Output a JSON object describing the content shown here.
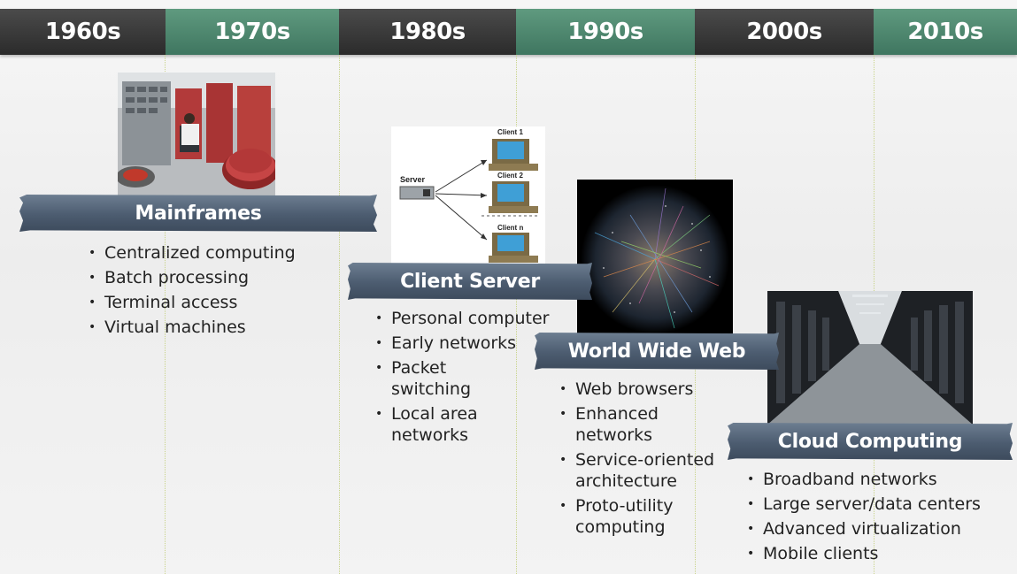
{
  "decades": [
    "1960s",
    "1970s",
    "1980s",
    "1990s",
    "2000s",
    "2010s"
  ],
  "colors": {
    "dark_band": "#333333",
    "green_band": "#4f8870",
    "banner": "#4c5c70",
    "divider": "#c9d48a"
  },
  "eras": [
    {
      "title": "Mainframes",
      "bullets": [
        "Centralized computing",
        "Batch processing",
        "Terminal access",
        "Virtual machines"
      ]
    },
    {
      "title": "Client Server",
      "bullets": [
        "Personal computer",
        "Early networks",
        "Packet switching",
        "Local area networks"
      ]
    },
    {
      "title": "World Wide Web",
      "bullets": [
        "Web browsers",
        "Enhanced networks",
        "Service-oriented architecture",
        "Proto-utility computing"
      ]
    },
    {
      "title": "Cloud Computing",
      "bullets": [
        "Broadband networks",
        "Large server/data centers",
        "Advanced virtualization",
        "Mobile clients"
      ]
    }
  ],
  "client_server_diagram": {
    "server_label": "Server",
    "clients": [
      "Client 1",
      "Client 2",
      "Client n"
    ]
  }
}
